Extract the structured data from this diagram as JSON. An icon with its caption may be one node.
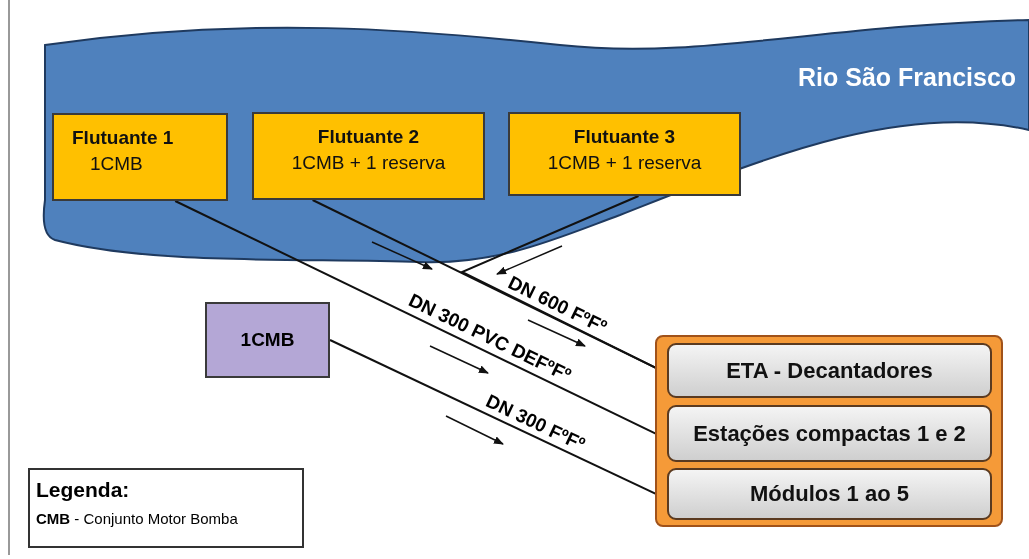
{
  "diagram": {
    "nodes": [
      {
        "text": [
          "Rio São Francisco"
        ]
      },
      {
        "text": [
          "Flutuante 1",
          "1CMB"
        ],
        "in": 0
      },
      {
        "text": [
          "Flutuante 2",
          "1CMB + 1 reserva"
        ],
        "in": 0
      },
      {
        "text": [
          "Flutuante 3",
          "1CMB + 1 reserva"
        ],
        "in": 0
      },
      {
        "text": [
          "1CMB"
        ]
      },
      {
        "text": [],
        "shape": "box"
      },
      {
        "text": [
          "ETA  - Decantadores"
        ],
        "in": 5
      },
      {
        "text": [
          "Estações compactas 1 e 2"
        ],
        "in": 5
      },
      {
        "text": [
          "Módulos 1 ao 5"
        ],
        "in": 5
      },
      {
        "text": [
          "Legenda:",
          "**CMB** - Conjunto Motor Bomba"
        ]
      }
    ],
    "edges": [
      {
        "from": 1,
        "to": 7,
        "arrow": "none",
        "label": "DN 300 PVC DEFºFº"
      },
      {
        "from": 2,
        "to": 6,
        "arrow": "none",
        "label": "DN 600 FºFº"
      },
      {
        "from": 3,
        "to": 6,
        "arrow": "none"
      },
      {
        "from": 4,
        "to": 8,
        "arrow": "none",
        "label": "DN 300 FºFº"
      }
    ]
  }
}
